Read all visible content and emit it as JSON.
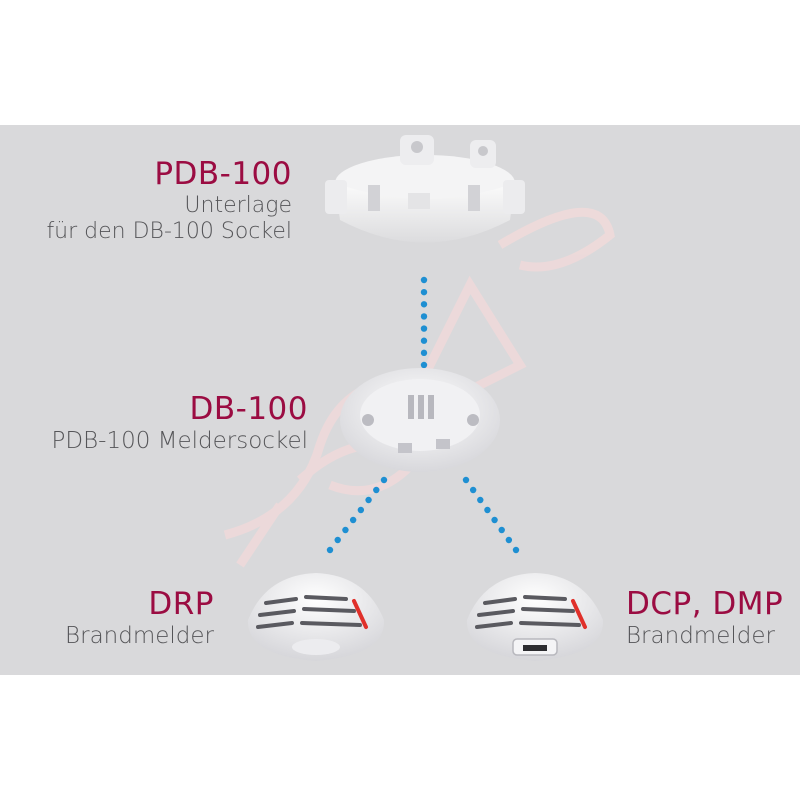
{
  "components": {
    "pdb": {
      "code": "PDB-100",
      "desc_line1": "Unterlage",
      "desc_line2": "für den DB-100 Sockel"
    },
    "db": {
      "code": "DB-100",
      "desc_line1": "PDB-100 Meldersockel"
    },
    "drp": {
      "code": "DRP",
      "desc_line1": "Brandmelder"
    },
    "dcp": {
      "code": "DCP, DMP",
      "desc_line1": "Brandmelder"
    }
  },
  "colors": {
    "brand": "#9b0c42",
    "connector": "#1e8fd2",
    "stripe": "#e0302a",
    "background": "#d9d9db"
  },
  "icons": {
    "pdb_image": "mounting-plate-icon",
    "db_image": "detector-base-icon",
    "drp_image": "smoke-detector-icon",
    "dcp_image": "smoke-detector-icon",
    "watermark": "watermark-logo"
  }
}
